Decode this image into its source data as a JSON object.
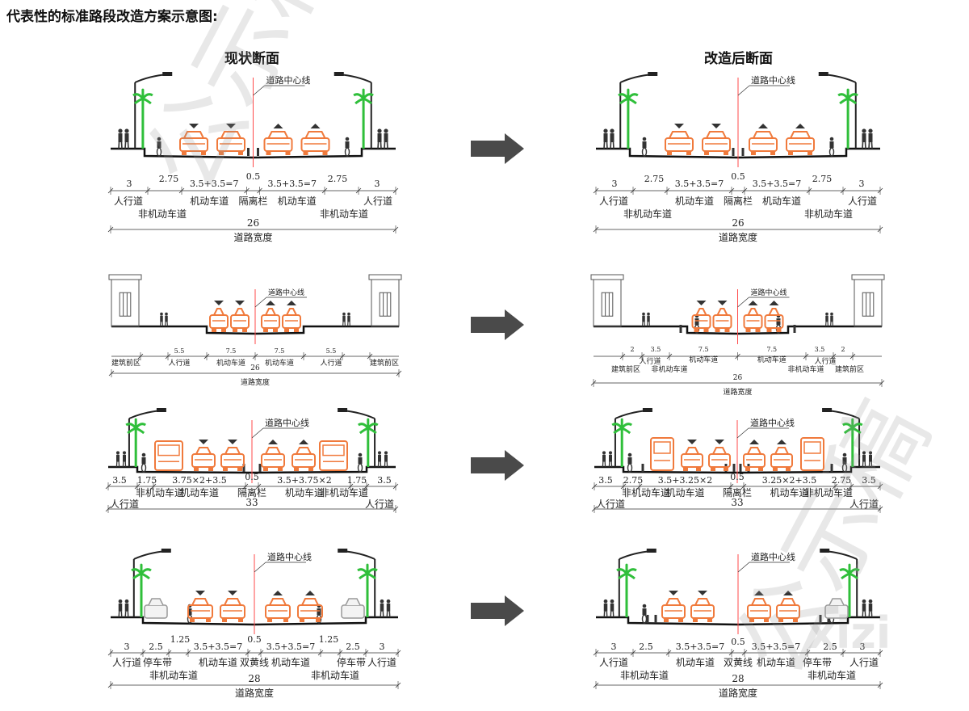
{
  "page": {
    "title": "代表性的标准路段改造方案示意图:",
    "left_heading": "现状断面",
    "right_heading": "改造后断面"
  },
  "colors": {
    "vehicle": "#f07a3c",
    "tree": "#2fbf3a",
    "centerline": "#ff4a4a",
    "arrow": "#4a4a4a",
    "road": "#111111"
  },
  "watermark": {
    "left": "公示稿",
    "right": "公示稿",
    "corner": "xizi"
  },
  "sections": [
    {
      "id": "s1",
      "center_label": "道路中心线",
      "before": {
        "dims": [
          "3",
          "2.75",
          "3.5+3.5=7",
          "0.5",
          "3.5+3.5=7",
          "2.75",
          "3"
        ],
        "labels_top": [
          "人行道",
          "机动车道",
          "隔离栏",
          "机动车道",
          "人行道"
        ],
        "labels_bottom": [
          "非机动车道",
          "非机动车道"
        ],
        "total": "26",
        "total_label": "道路宽度"
      },
      "after": {
        "dims": [
          "3",
          "2.75",
          "3.5+3.5=7",
          "0.5",
          "3.5+3.5=7",
          "2.75",
          "3"
        ],
        "labels_top": [
          "人行道",
          "机动车道",
          "隔离栏",
          "机动车道",
          "人行道"
        ],
        "labels_bottom": [
          "非机动车道",
          "非机动车道"
        ],
        "total": "26",
        "total_label": "道路宽度"
      }
    },
    {
      "id": "s2",
      "center_label": "道路中心线",
      "before": {
        "dims": [
          "5.5",
          "7.5",
          "7.5",
          "5.5"
        ],
        "labels_top": [
          "建筑前区",
          "人行道",
          "机动车道",
          "机动车道",
          "人行道",
          "建筑前区"
        ],
        "labels_bottom": [],
        "total": "26",
        "total_label": "道路宽度"
      },
      "after": {
        "dims": [
          "2",
          "3.5",
          "7.5",
          "7.5",
          "3.5",
          "2"
        ],
        "labels_top": [
          "人行道",
          "机动车道",
          "机动车道",
          "人行道"
        ],
        "labels_bottom": [
          "建筑前区",
          "非机动车道",
          "非机动车道",
          "建筑前区"
        ],
        "total": "26",
        "total_label": "道路宽度"
      }
    },
    {
      "id": "s3",
      "center_label": "道路中心线",
      "before": {
        "dims": [
          "3.5",
          "1.75",
          "3.75×2+3.5",
          "0.5",
          "3.5+3.75×2",
          "1.75",
          "3.5"
        ],
        "labels_top": [
          "非机动车道",
          "机动车道",
          "隔离栏",
          "机动车道",
          "非机动车道"
        ],
        "labels_bottom": [
          "人行道",
          "人行道"
        ],
        "total": "33",
        "total_label": ""
      },
      "after": {
        "dims": [
          "3.5",
          "2.75",
          "3.5+3.25×2",
          "0.5",
          "3.25×2+3.5",
          "2.75",
          "3.5"
        ],
        "labels_top": [
          "非机动车道",
          "机动车道",
          "隔离栏",
          "机动车道",
          "非机动车道"
        ],
        "labels_bottom": [
          "人行道",
          "人行道"
        ],
        "total": "33",
        "total_label": ""
      }
    },
    {
      "id": "s4",
      "center_label": "道路中心线",
      "before": {
        "dims": [
          "3",
          "2.5",
          "1.25",
          "3.5+3.5=7",
          "0.5",
          "3.5+3.5=7",
          "1.25",
          "2.5",
          "3"
        ],
        "labels_top": [
          "人行道",
          "停车带",
          "机动车道",
          "双黄线",
          "机动车道",
          "停车带",
          "人行道"
        ],
        "labels_bottom": [
          "非机动车道",
          "非机动车道"
        ],
        "total": "28",
        "total_label": "道路宽度"
      },
      "after": {
        "dims": [
          "3",
          "2.5",
          "3.5+3.5=7",
          "0.5",
          "3.5+3.5=7",
          "2.5",
          "3"
        ],
        "labels_top": [
          "人行道",
          "机动车道",
          "双黄线",
          "机动车道",
          "停车带",
          "人行道"
        ],
        "labels_bottom": [
          "非机动车道",
          "非机动车道"
        ],
        "total": "28",
        "total_label": "道路宽度"
      }
    }
  ]
}
